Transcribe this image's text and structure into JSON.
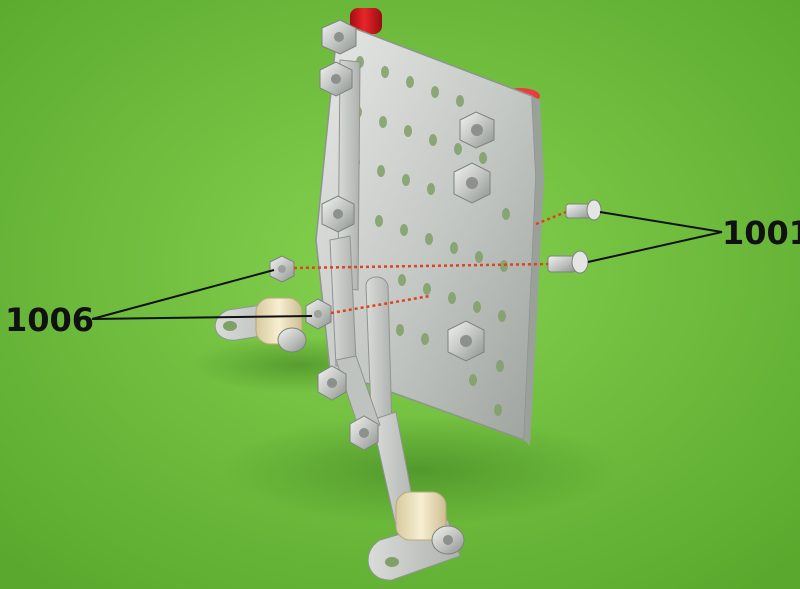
{
  "colors": {
    "background": "#6cbf3a",
    "metal": "#c9ccc9",
    "nut_red": "#d4161b",
    "guide_line": "#e0421c",
    "spacer": "#f1e6c3",
    "label": "#111111"
  },
  "callouts": [
    {
      "id": "screws",
      "label": "1001",
      "part": "screw"
    },
    {
      "id": "nuts",
      "label": "1006",
      "part": "nut"
    }
  ]
}
